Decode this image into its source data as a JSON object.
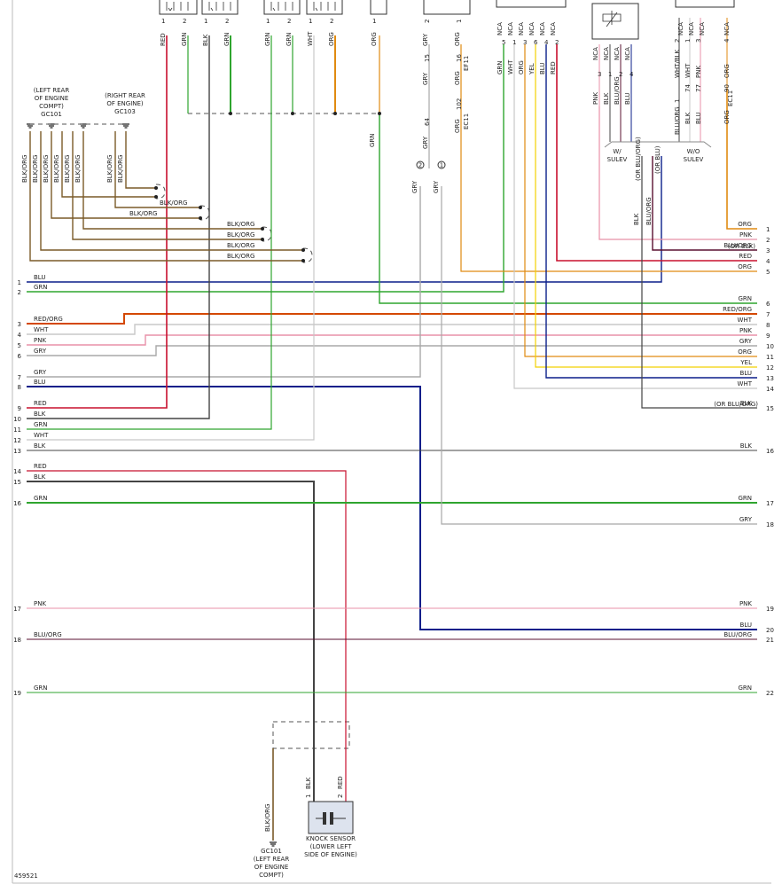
{
  "diagram_id": "459521",
  "ground_left": {
    "lines": [
      "(LEFT REAR",
      "OF ENGINE",
      "COMPT)",
      "GC101"
    ]
  },
  "ground_right": {
    "lines": [
      "(RIGHT REAR",
      "OF ENGINE)",
      "GC103"
    ]
  },
  "ground_bottom": {
    "lines": [
      "GC101",
      "(LEFT REAR",
      "OF ENGINE",
      "COMPT)"
    ]
  },
  "knock_sensor": {
    "lines": [
      "KNOCK SENSOR",
      "(LOWER LEFT",
      "SIDE OF ENGINE)"
    ]
  },
  "sulev": {
    "with": [
      "W/",
      "SULEV"
    ],
    "without": [
      "W/O",
      "SULEV"
    ]
  },
  "left_wires": [
    {
      "num": "1",
      "label": "BLU",
      "color": "#0b1f8a"
    },
    {
      "num": "2",
      "label": "GRN",
      "color": "#2fa52f"
    },
    {
      "num": "3",
      "label": "RED/ORG",
      "color": "#d44800"
    },
    {
      "num": "4",
      "label": "WHT",
      "color": "#c8c8c8"
    },
    {
      "num": "5",
      "label": "PNK",
      "color": "#e890a8"
    },
    {
      "num": "6",
      "label": "GRY",
      "color": "#a8a8a8"
    },
    {
      "num": "7",
      "label": "GRY",
      "color": "#a8a8a8"
    },
    {
      "num": "8",
      "label": "BLU",
      "color": "#0b1f8a"
    },
    {
      "num": "9",
      "label": "RED",
      "color": "#c8102e"
    },
    {
      "num": "10",
      "label": "BLK",
      "color": "#444444"
    },
    {
      "num": "11",
      "label": "GRN",
      "color": "#2fa52f"
    },
    {
      "num": "12",
      "label": "WHT",
      "color": "#c8c8c8"
    },
    {
      "num": "13",
      "label": "BLK",
      "color": "#444444"
    },
    {
      "num": "14",
      "label": "RED",
      "color": "#c8102e"
    },
    {
      "num": "15",
      "label": "BLK",
      "color": "#444444"
    },
    {
      "num": "16",
      "label": "GRN",
      "color": "#2fa52f"
    },
    {
      "num": "17",
      "label": "PNK",
      "color": "#e890a8"
    },
    {
      "num": "18",
      "label": "BLU/ORG",
      "color": "#5a1030"
    },
    {
      "num": "19",
      "label": "GRN",
      "color": "#2fa52f"
    }
  ],
  "right_wires": [
    {
      "num": "1",
      "label": "ORG",
      "color": "#e08a10"
    },
    {
      "num": "2",
      "label": "PNK",
      "color": "#e890a8"
    },
    {
      "num": "3",
      "label": "BLU/ORG",
      "color": "#5a1030"
    },
    {
      "num": "4",
      "label": "RED",
      "color": "#c8102e"
    },
    {
      "num": "5",
      "label": "ORG",
      "color": "#e08a10"
    },
    {
      "num": "6",
      "label": "GRN",
      "color": "#2fa52f"
    },
    {
      "num": "7",
      "label": "RED/ORG",
      "color": "#d44800"
    },
    {
      "num": "8",
      "label": "WHT",
      "color": "#c8c8c8"
    },
    {
      "num": "9",
      "label": "PNK",
      "color": "#e890a8"
    },
    {
      "num": "10",
      "label": "GRY",
      "color": "#a8a8a8"
    },
    {
      "num": "11",
      "label": "ORG",
      "color": "#e08a10"
    },
    {
      "num": "12",
      "label": "YEL",
      "color": "#f2d000"
    },
    {
      "num": "13",
      "label": "BLU",
      "color": "#0b1f8a"
    },
    {
      "num": "14",
      "label": "WHT",
      "color": "#c8c8c8"
    },
    {
      "num": "15",
      "label": "BLK",
      "color": "#444444"
    },
    {
      "num": "16",
      "label": "BLK",
      "color": "#444444"
    },
    {
      "num": "17",
      "label": "GRN",
      "color": "#2fa52f"
    },
    {
      "num": "18",
      "label": "GRY",
      "color": "#a8a8a8"
    },
    {
      "num": "19",
      "label": "PNK",
      "color": "#e890a8"
    },
    {
      "num": "20",
      "label": "BLU",
      "color": "#0b1f8a"
    },
    {
      "num": "21",
      "label": "BLU/ORG",
      "color": "#5a1030"
    },
    {
      "num": "22",
      "label": "GRN",
      "color": "#2fa52f"
    }
  ],
  "right_notes": {
    "or_blk": "(OR BLK)",
    "or_blu_org": "(OR BLU/ORG)"
  },
  "ground_wire_label": "BLK/ORG",
  "top_wires": [
    {
      "label": "RED",
      "pin": "1"
    },
    {
      "label": "GRN",
      "pin": "2"
    },
    {
      "label": "BLK",
      "pin": "1"
    },
    {
      "label": "GRN",
      "pin": "2"
    },
    {
      "label": "GRN",
      "pin": "1"
    },
    {
      "label": "GRN",
      "pin": "2"
    },
    {
      "label": "WHT",
      "pin": "1"
    },
    {
      "label": "ORG",
      "pin": "2"
    },
    {
      "label": "ORG",
      "pin": "1"
    }
  ],
  "mid_connector": [
    {
      "label": "GRY",
      "pin": "2"
    },
    {
      "label": "ORG",
      "pin": "1"
    },
    {
      "label": "GRY",
      "pin": "15"
    },
    {
      "label": "ORG",
      "pin": "16"
    },
    {
      "label": "EF11",
      "pin": ""
    },
    {
      "label": "GRY",
      "pin": "64"
    },
    {
      "label": "ORG",
      "pin": "102"
    },
    {
      "label": "EC11",
      "pin": ""
    }
  ],
  "nca": "NCA",
  "ecm_wires": [
    {
      "label": "GRN",
      "pin": "5"
    },
    {
      "label": "WHT",
      "pin": "1"
    },
    {
      "label": "ORG",
      "pin": "3"
    },
    {
      "label": "YEL",
      "pin": "6"
    },
    {
      "label": "BLU",
      "pin": "4"
    },
    {
      "label": "RED",
      "pin": "2"
    }
  ],
  "sensor_wires": [
    {
      "label": "PNK",
      "pin": "3"
    },
    {
      "label": "BLK",
      "pin": "1"
    },
    {
      "label": "BLU/ORG",
      "pin": "2"
    },
    {
      "label": "BLU",
      "pin": "4"
    }
  ],
  "o2_wires": [
    {
      "label": "WHT/BLK",
      "pin": "2"
    },
    {
      "label": "WHT",
      "pin": "1"
    },
    {
      "label": "PNK",
      "pin": "3"
    },
    {
      "label": "ORG",
      "pin": "4"
    },
    {
      "label": "BLU/ORG",
      "pin": "1"
    },
    {
      "label": "BLK",
      "pin": "74"
    },
    {
      "label": "BLU",
      "pin": "77"
    },
    {
      "label": "ORG",
      "pin": "90"
    },
    {
      "label": "EC11",
      "pin": ""
    }
  ],
  "knock_pins": [
    {
      "label": "BLK",
      "pin": "1"
    },
    {
      "label": "RED",
      "pin": "2"
    }
  ],
  "circ": [
    "2",
    "1"
  ]
}
